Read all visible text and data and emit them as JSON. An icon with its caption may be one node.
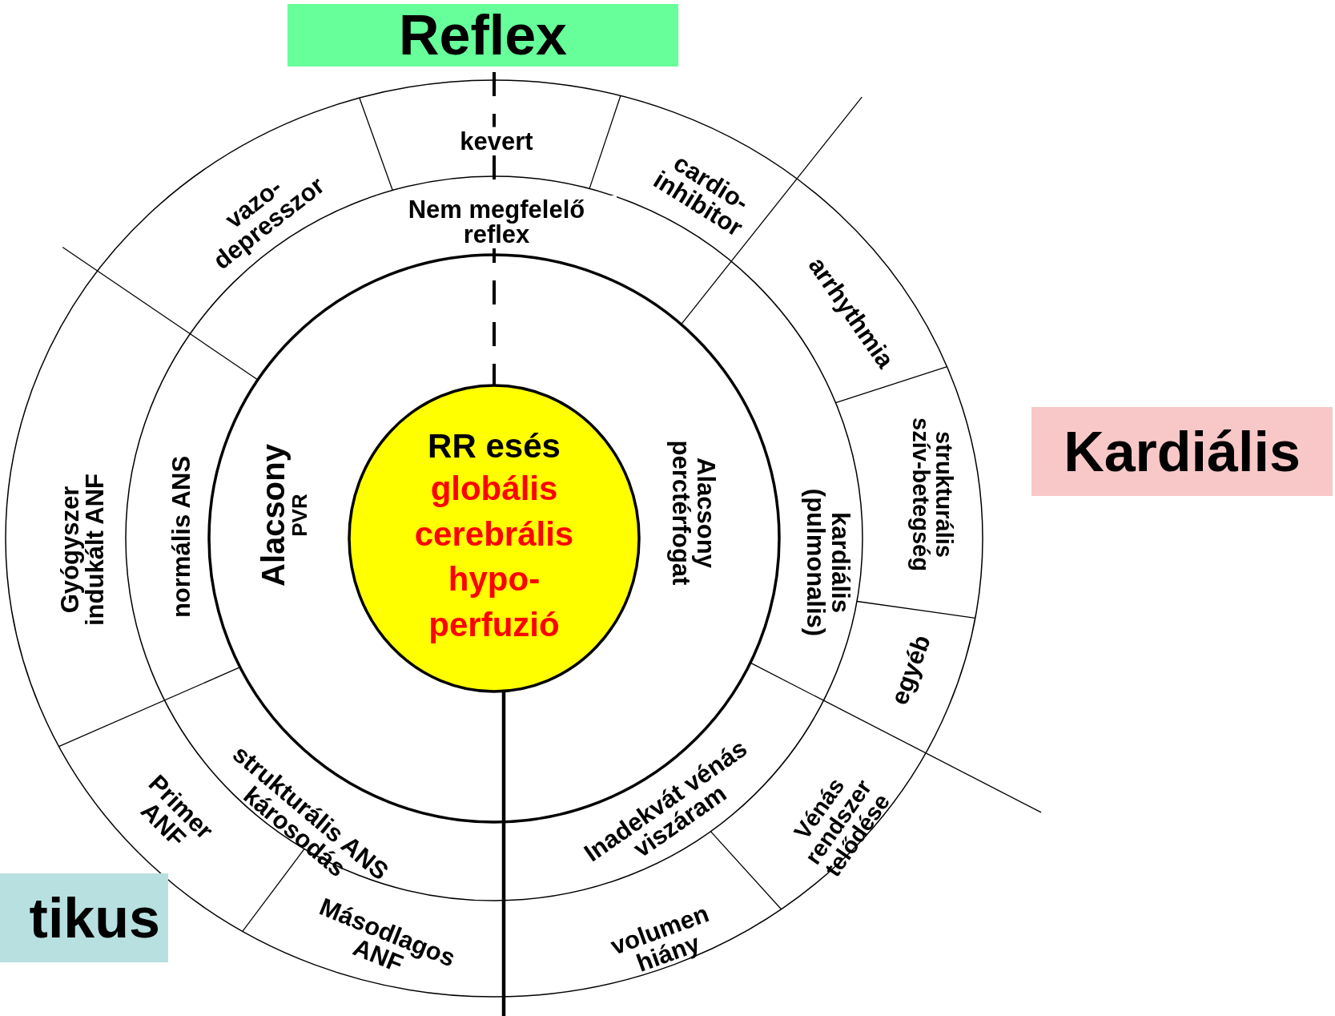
{
  "diagram": {
    "nodes": [
      {
        "text": [
          "Reflex"
        ]
      },
      {
        "text": [
          "Kardiális"
        ]
      },
      {
        "text": [
          "tikus"
        ]
      },
      {
        "text": [
          "RR esés",
          "globális cerebrális hypo-perfuzió"
        ]
      },
      {
        "text": [
          "Alacsony",
          "PVR"
        ]
      },
      {
        "text": [
          "Alacsony perctérfogat"
        ]
      },
      {
        "text": [
          "Nem megfelelő reflex"
        ]
      },
      {
        "text": [
          "normális ANS"
        ]
      },
      {
        "text": [
          "strukturális ANS károsodás"
        ]
      },
      {
        "text": [
          "Inadekvát vénás viszáram"
        ]
      },
      {
        "text": [
          "kardiális (pulmonalis)"
        ]
      },
      {
        "text": [
          "kevert"
        ]
      },
      {
        "text": [
          "vazo-depresszor"
        ]
      },
      {
        "text": [
          "cardio-inhibitor"
        ]
      },
      {
        "text": [
          "arrhythmia"
        ]
      },
      {
        "text": [
          "strukturális szív-betegség"
        ]
      },
      {
        "text": [
          "egyéb"
        ]
      },
      {
        "text": [
          "Vénás rendszer telődése"
        ]
      },
      {
        "text": [
          "volumen hiány"
        ]
      },
      {
        "text": [
          "Másodlagos ANF"
        ]
      },
      {
        "text": [
          "Primer ANF"
        ]
      },
      {
        "text": [
          "Gyógyszer indukált ANF"
        ]
      }
    ]
  }
}
